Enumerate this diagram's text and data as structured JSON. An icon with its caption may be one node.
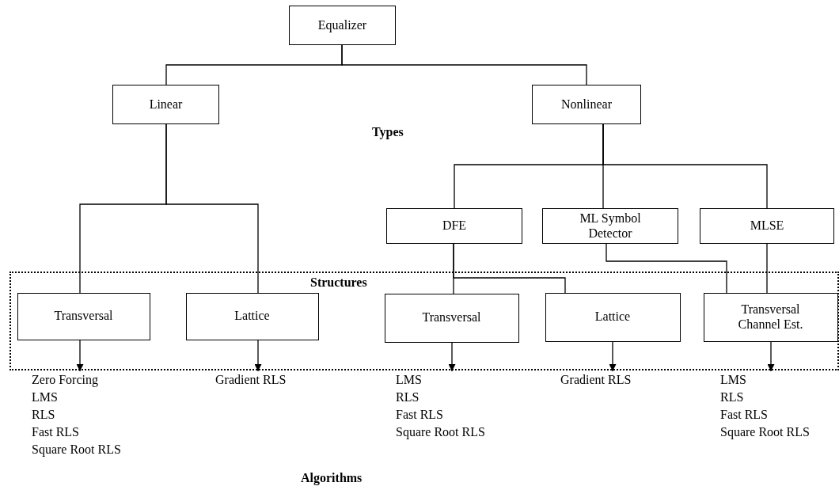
{
  "diagram": {
    "nodes": [
      {
        "text": [
          "Equalizer"
        ]
      },
      {
        "text": [
          "Linear"
        ]
      },
      {
        "text": [
          "Nonlinear"
        ]
      },
      {
        "text": [
          "DFE"
        ]
      },
      {
        "text": [
          "ML Symbol Detector"
        ]
      },
      {
        "text": [
          "MLSE"
        ]
      },
      {
        "text": [
          "Structures"
        ]
      },
      {
        "text": [
          "Transversal"
        ],
        "in": 6
      },
      {
        "text": [
          "Lattice"
        ],
        "in": 6
      },
      {
        "text": [
          "Transversal"
        ],
        "in": 6
      },
      {
        "text": [
          "Lattice"
        ],
        "in": 6
      },
      {
        "text": [
          "Transversal Channel Est."
        ],
        "in": 6
      },
      {
        "text": [
          "Zero Forcing",
          "LMS",
          "RLS",
          "Fast RLS",
          "Square Root RLS"
        ]
      },
      {
        "text": [
          "Gradient RLS"
        ]
      },
      {
        "text": [
          "LMS",
          "RLS",
          "Fast RLS",
          "Square Root RLS"
        ]
      },
      {
        "text": [
          "Gradient RLS"
        ]
      },
      {
        "text": [
          "LMS",
          "RLS",
          "Fast RLS",
          "Square Root RLS"
        ]
      }
    ],
    "edges": [
      {
        "from": 0,
        "to": 1,
        "arrow": "none"
      },
      {
        "from": 0,
        "to": 2,
        "arrow": "none"
      },
      {
        "from": 2,
        "to": 3,
        "arrow": "none"
      },
      {
        "from": 2,
        "to": 4,
        "arrow": "none"
      },
      {
        "from": 2,
        "to": 5,
        "arrow": "none"
      },
      {
        "from": 1,
        "to": 7,
        "arrow": "none"
      },
      {
        "from": 1,
        "to": 8,
        "arrow": "none"
      },
      {
        "from": 3,
        "to": 9,
        "arrow": "none"
      },
      {
        "from": 3,
        "to": 10,
        "arrow": "none"
      },
      {
        "from": 4,
        "to": 11,
        "arrow": "none"
      },
      {
        "from": 5,
        "to": 11,
        "arrow": "none"
      },
      {
        "from": 7,
        "to": 12,
        "arrow": "to"
      },
      {
        "from": 8,
        "to": 13,
        "arrow": "to"
      },
      {
        "from": 9,
        "to": 14,
        "arrow": "to"
      },
      {
        "from": 10,
        "to": 15,
        "arrow": "to"
      },
      {
        "from": 11,
        "to": 16,
        "arrow": "to"
      }
    ],
    "labels": [
      "Types",
      "Algorithms"
    ]
  }
}
